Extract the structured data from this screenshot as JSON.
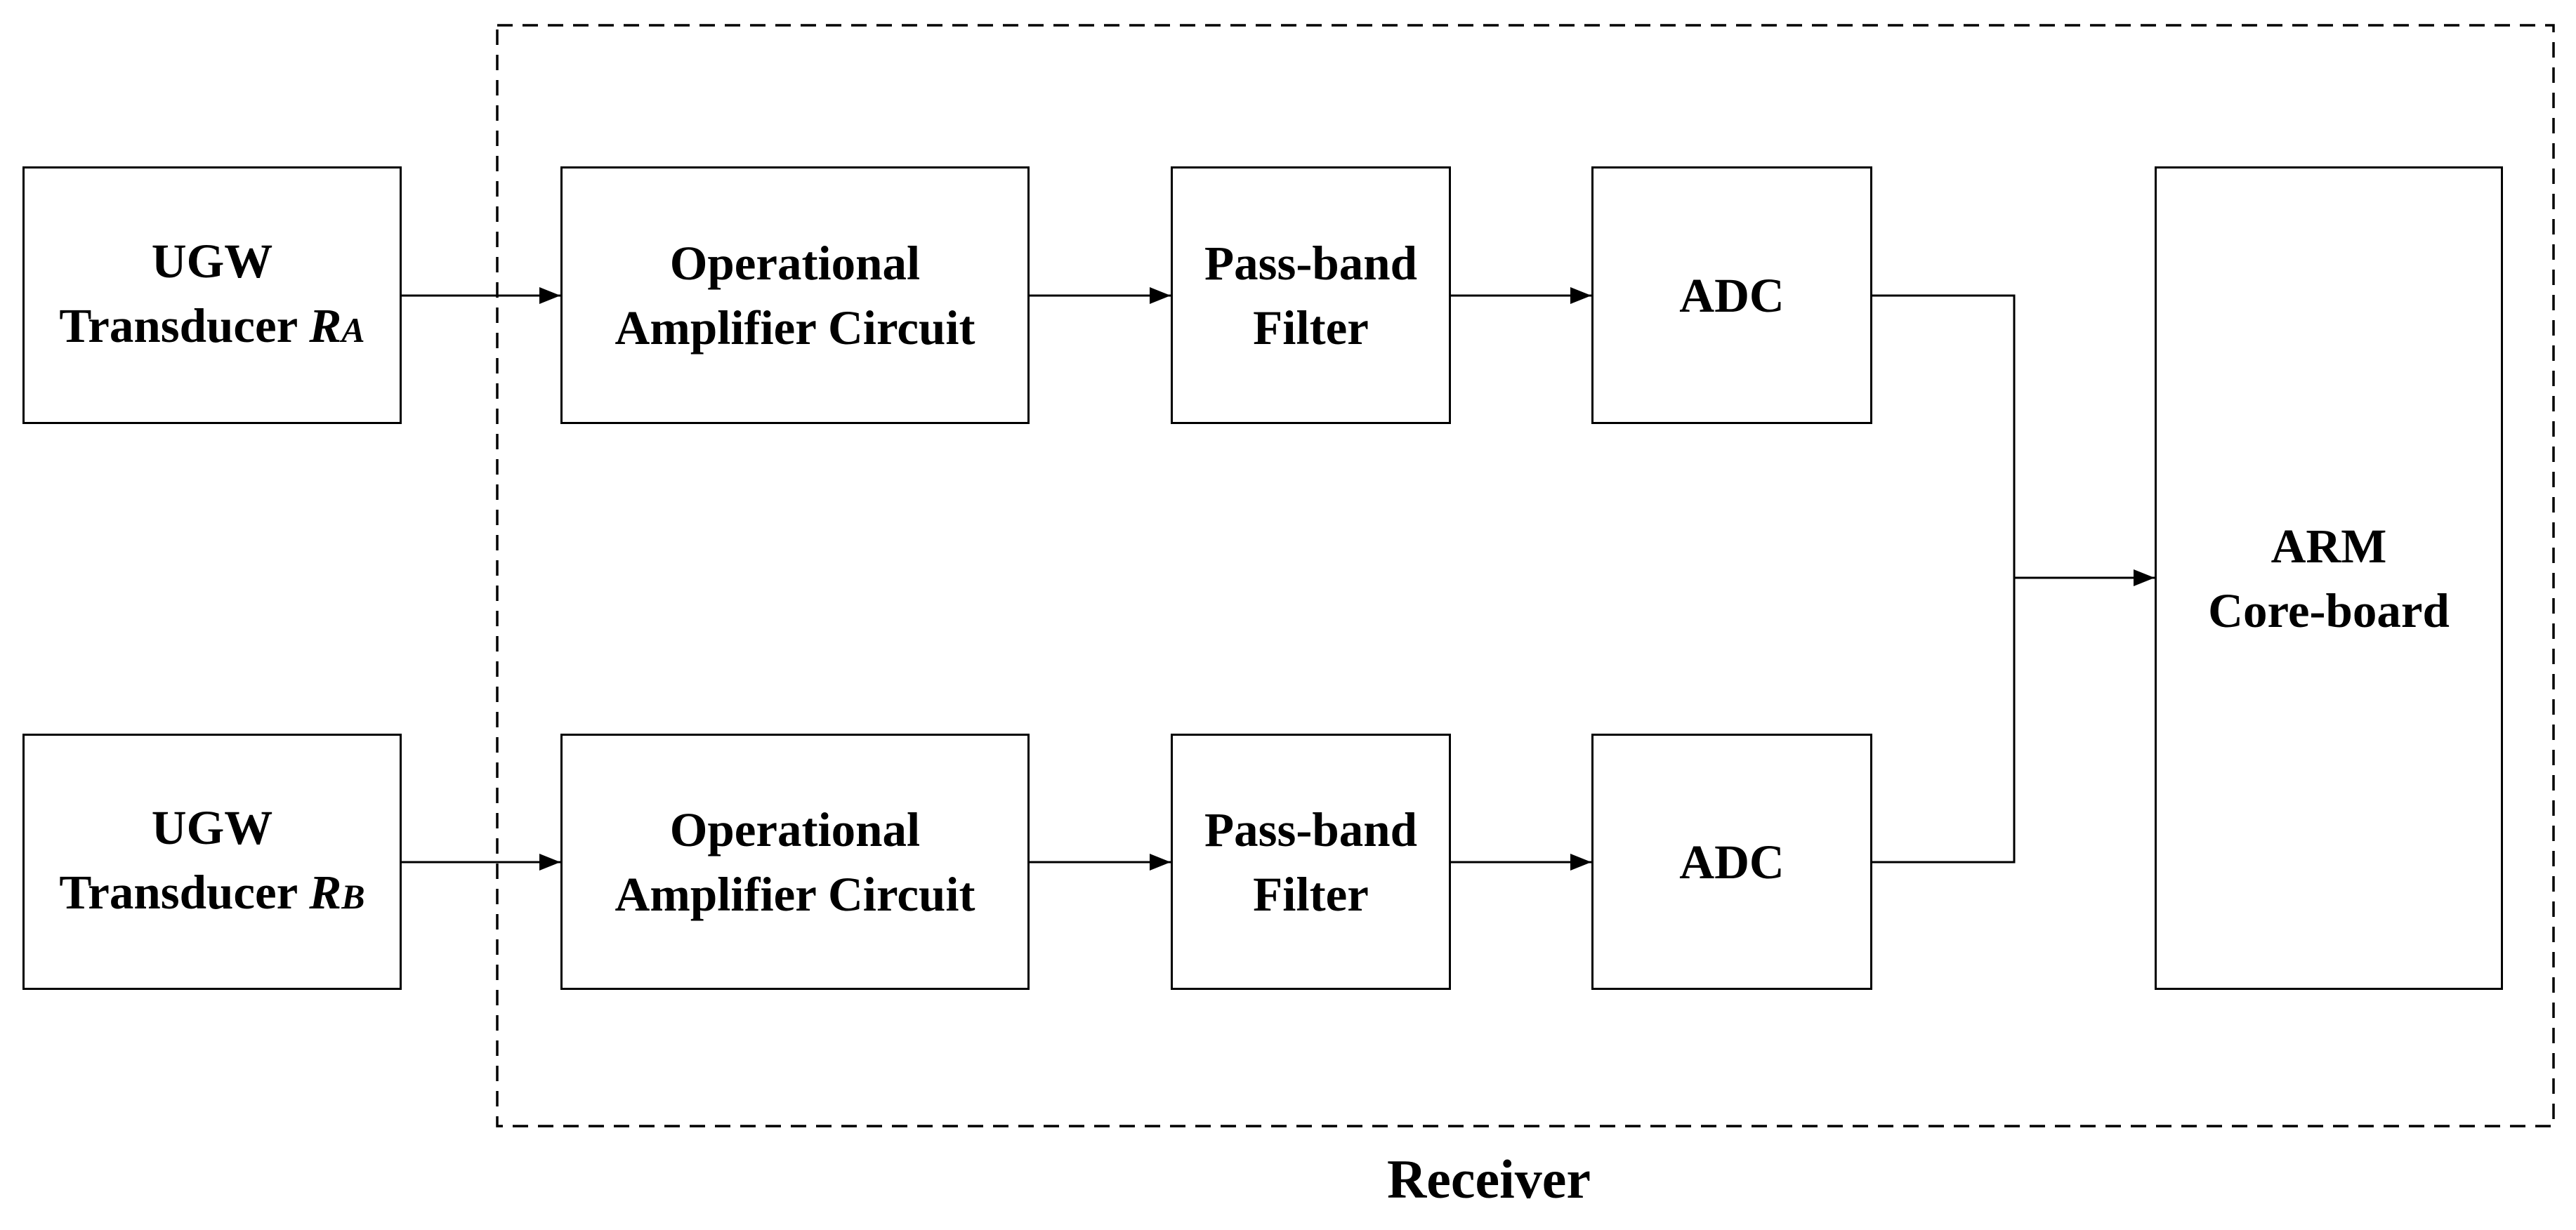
{
  "receiver": {
    "label": "Receiver"
  },
  "transducers": [
    {
      "line1": "UGW",
      "line2_prefix": "Transducer ",
      "symbol": "R",
      "subscript": "A"
    },
    {
      "line1": "UGW",
      "line2_prefix": "Transducer ",
      "symbol": "R",
      "subscript": "B"
    }
  ],
  "channels": [
    {
      "amplifier": {
        "line1": "Operational",
        "line2": "Amplifier Circuit"
      },
      "filter": {
        "line1": "Pass-band",
        "line2": "Filter"
      },
      "adc": {
        "label": "ADC"
      }
    },
    {
      "amplifier": {
        "line1": "Operational",
        "line2": "Amplifier Circuit"
      },
      "filter": {
        "line1": "Pass-band",
        "line2": "Filter"
      },
      "adc": {
        "label": "ADC"
      }
    }
  ],
  "arm": {
    "line1": "ARM",
    "line2": "Core-board"
  },
  "connections": [
    {
      "from": "transducer-a",
      "to": "amplifier-a"
    },
    {
      "from": "amplifier-a",
      "to": "filter-a"
    },
    {
      "from": "filter-a",
      "to": "adc-a"
    },
    {
      "from": "transducer-b",
      "to": "amplifier-b"
    },
    {
      "from": "amplifier-b",
      "to": "filter-b"
    },
    {
      "from": "filter-b",
      "to": "adc-b"
    },
    {
      "from": "adc-a",
      "to": "arm-core-board"
    },
    {
      "from": "adc-b",
      "to": "arm-core-board"
    }
  ]
}
